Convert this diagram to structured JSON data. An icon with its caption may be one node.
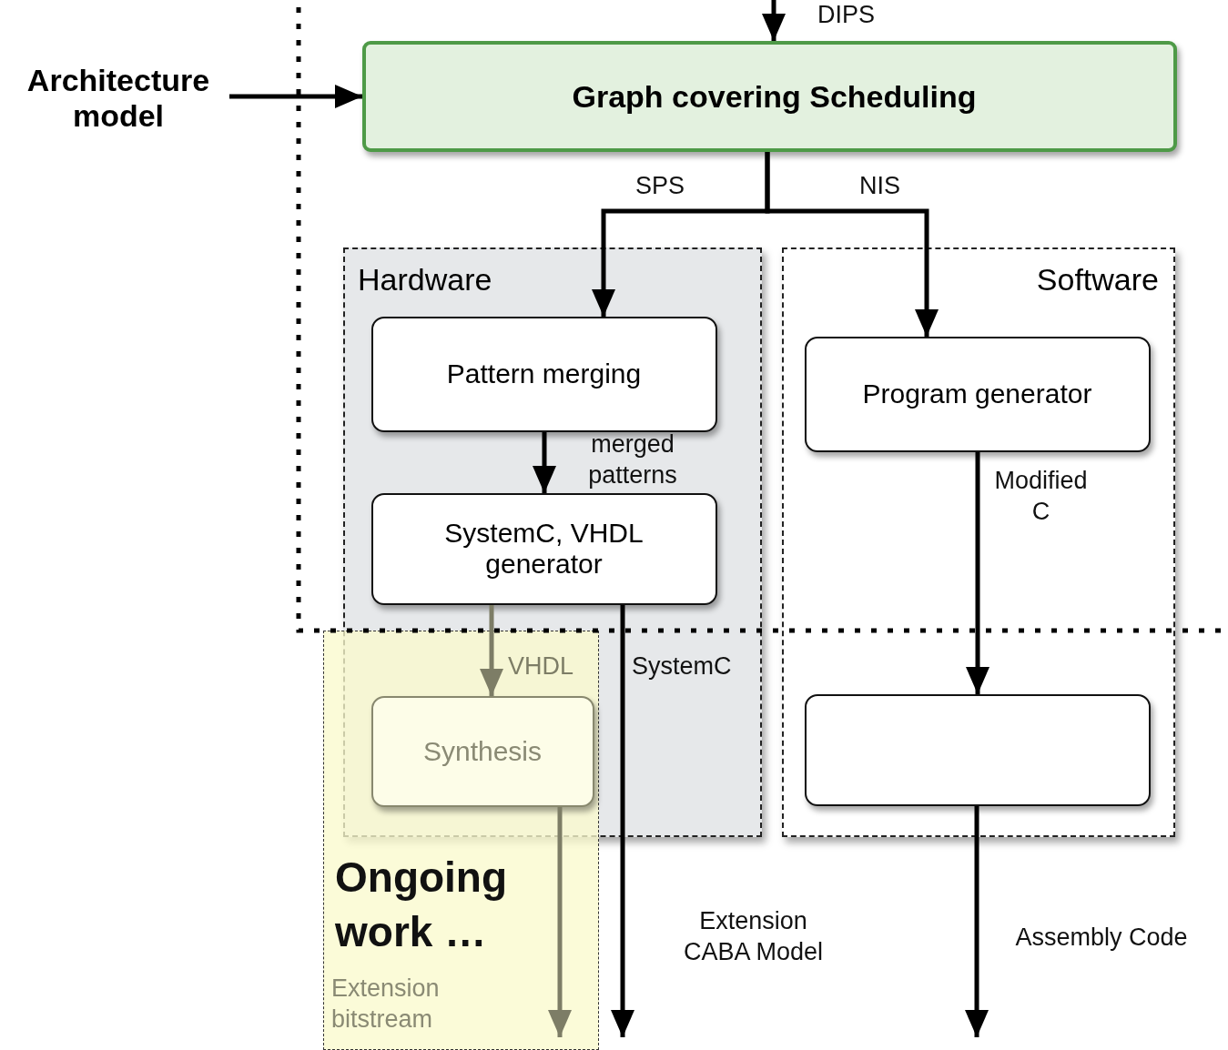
{
  "diagram": {
    "nodes": [
      {
        "text": [
          "Architecture model"
        ]
      },
      {
        "text": [
          "Graph covering Scheduling"
        ]
      },
      {
        "text": [
          "Hardware"
        ]
      },
      {
        "text": [
          "Pattern merging"
        ],
        "in": 2
      },
      {
        "text": [
          "SystemC, VHDL generator"
        ],
        "in": 2
      },
      {
        "text": [
          "Software"
        ]
      },
      {
        "text": [
          "Program generator"
        ],
        "in": 5
      },
      {
        "text": [],
        "shape": "box",
        "in": 5
      },
      {
        "text": [
          "Synthesis"
        ],
        "in": 2
      }
    ],
    "edges": [
      {
        "from": null,
        "to": 1,
        "arrow": "to",
        "label": "DIPS"
      },
      {
        "from": 0,
        "to": 1,
        "arrow": "to"
      },
      {
        "from": 1,
        "to": 3,
        "arrow": "to",
        "label": "SPS"
      },
      {
        "from": 1,
        "to": 6,
        "arrow": "to",
        "label": "NIS"
      },
      {
        "from": 3,
        "to": 4,
        "arrow": "to",
        "label": "merged patterns"
      },
      {
        "from": 4,
        "to": 8,
        "arrow": "to",
        "label": "VHDL",
        "color": "#7d7d66"
      },
      {
        "from": 4,
        "to": null,
        "arrow": "to",
        "label": "SystemC"
      },
      {
        "from": 6,
        "to": 7,
        "arrow": "to",
        "label": "Modified C"
      },
      {
        "from": 7,
        "to": null,
        "arrow": "to"
      },
      {
        "from": 8,
        "to": null,
        "arrow": "to",
        "color": "#7d7d66"
      }
    ],
    "labels": [
      "Ongoing work …",
      "Extension bitstream",
      "Extension CABA Model",
      "Assembly Code"
    ]
  }
}
